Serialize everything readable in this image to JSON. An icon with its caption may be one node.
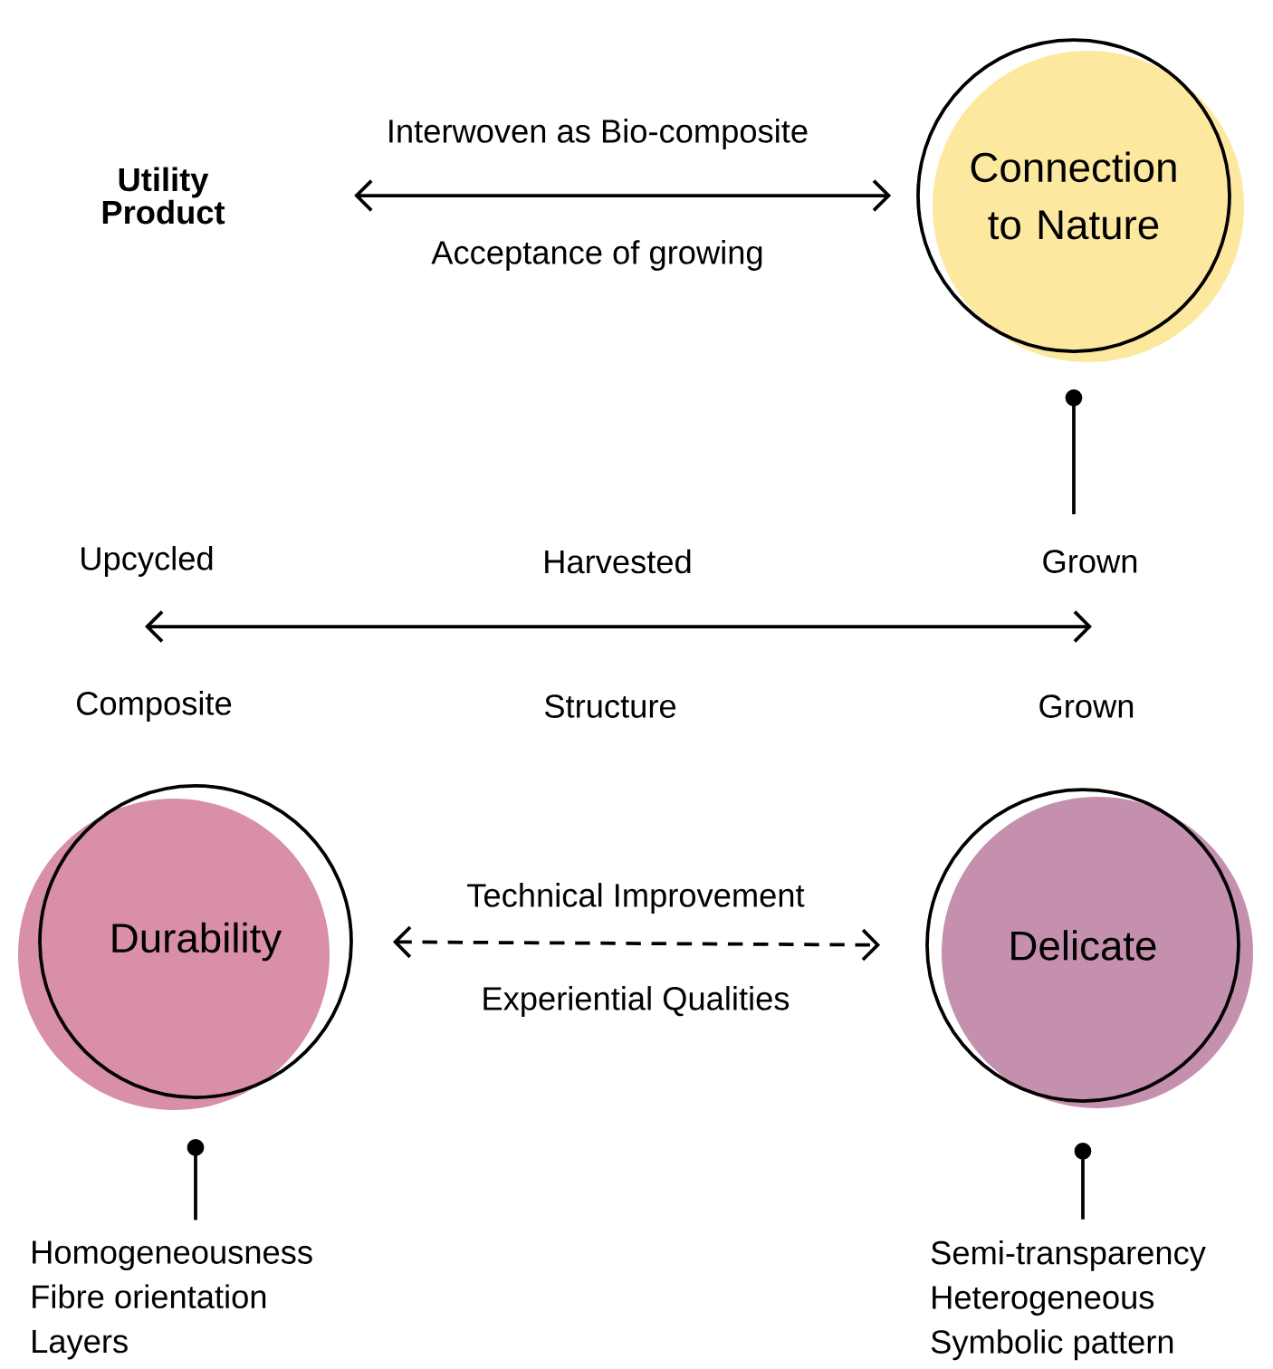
{
  "diagram": {
    "nodes": [
      {
        "text": [
          "Utility Product"
        ]
      },
      {
        "text": [
          "Connection to Nature"
        ]
      },
      {
        "text": [
          "Grown"
        ]
      },
      {
        "text": [
          "Durability"
        ]
      },
      {
        "text": [
          "Delicate"
        ]
      },
      {
        "text": [
          "Homogeneousness",
          "Fibre orientation",
          "Layers"
        ]
      },
      {
        "text": [
          "Semi-transparency",
          "Heterogeneous",
          "Symbolic pattern"
        ]
      }
    ],
    "edges": [
      {
        "from": 0,
        "to": 1,
        "arrow": "both",
        "label": "Interwoven as Bio-composite"
      },
      {
        "from": 1,
        "to": 2,
        "arrow": "other"
      },
      {
        "from": 3,
        "to": 4,
        "arrow": "both",
        "style": "dashed",
        "label": "Technical Improvement"
      },
      {
        "from": 3,
        "to": 5,
        "arrow": "other"
      },
      {
        "from": 4,
        "to": 6,
        "arrow": "other"
      }
    ],
    "labels": [
      "Acceptance of growing",
      "Upcycled",
      "Harvested",
      "Composite",
      "Structure",
      "Grown",
      "Experiential Qualities"
    ]
  }
}
